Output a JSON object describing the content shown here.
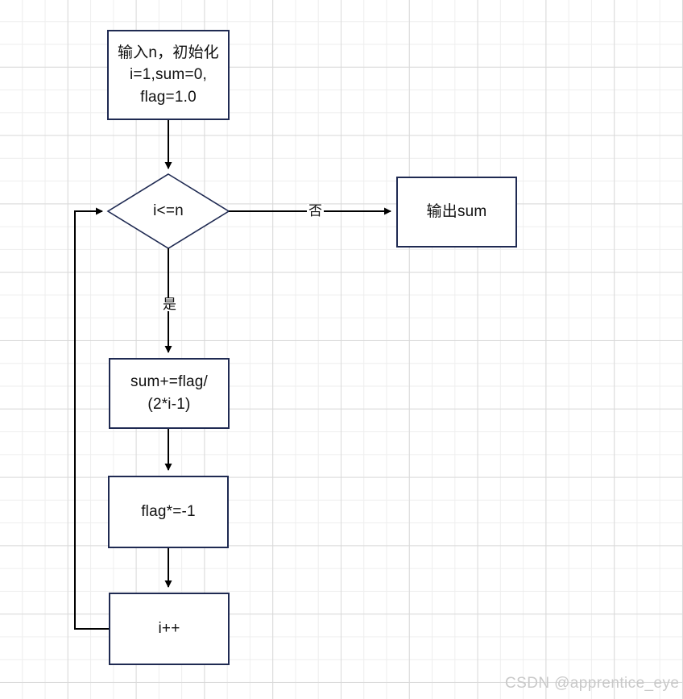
{
  "diagram": {
    "type": "flowchart",
    "nodes": [
      {
        "id": "init",
        "shape": "rectangle",
        "text": "输入n，初始化\ni=1,sum=0,\nflag=1.0"
      },
      {
        "id": "condition",
        "shape": "diamond",
        "text": "i<=n"
      },
      {
        "id": "output",
        "shape": "rectangle",
        "text": "输出sum"
      },
      {
        "id": "accumulate",
        "shape": "rectangle",
        "text": "sum+=flag/\n(2*i-1)"
      },
      {
        "id": "flip-flag",
        "shape": "rectangle",
        "text": "flag*=-1"
      },
      {
        "id": "increment",
        "shape": "rectangle",
        "text": "i++"
      }
    ],
    "edge_labels": {
      "no": "否",
      "yes": "是"
    },
    "colors": {
      "node_border": "#1f2a52",
      "edge": "#000000",
      "grid_minor": "#eeeeee",
      "grid_major": "#d9d9d9",
      "text": "#111111",
      "watermark": "#c9c9c9"
    }
  },
  "watermark": {
    "text": "CSDN @apprentice_eye"
  }
}
